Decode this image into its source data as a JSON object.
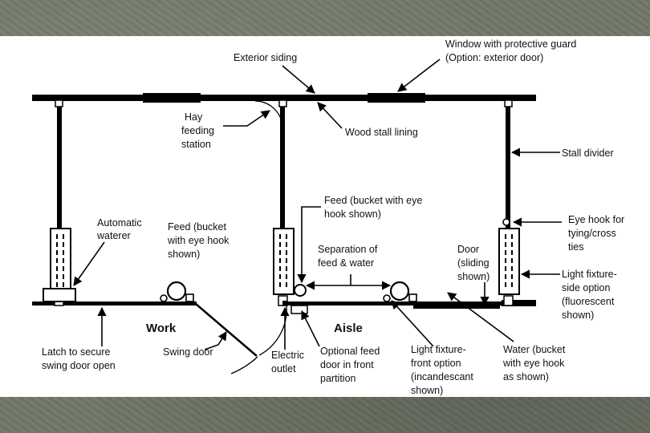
{
  "labels": {
    "exterior_siding": "Exterior siding",
    "window_line1": "Window with protective guard",
    "window_line2": "(Option: exterior door)",
    "hay_line1": "Hay",
    "hay_line2": "feeding",
    "hay_line3": "station",
    "wood_stall_lining": "Wood stall lining",
    "stall_divider": "Stall divider",
    "feed_top_line1": "Feed (bucket with eye",
    "feed_top_line2": "hook shown)",
    "waterer_line1": "Automatic",
    "waterer_line2": "waterer",
    "feed_left_line1": "Feed (bucket",
    "feed_left_line2": "with eye hook",
    "feed_left_line3": "shown)",
    "separation_line1": "Separation of",
    "separation_line2": "feed & water",
    "door_line1": "Door",
    "door_line2": "(sliding",
    "door_line3": "shown)",
    "eyehook_line1": "Eye hook for",
    "eyehook_line2": "tying/cross",
    "eyehook_line3": "ties",
    "lightside_line1": "Light fixture-",
    "lightside_line2": "side option",
    "lightside_line3": "(fluorescent",
    "lightside_line4": "shown)",
    "work": "Work",
    "aisle": "Aisle",
    "latch_line1": "Latch to secure",
    "latch_line2": "swing door open",
    "swing_door": "Swing door",
    "electric_line1": "Electric",
    "electric_line2": "outlet",
    "optfeed_line1": "Optional feed",
    "optfeed_line2": "door in front",
    "optfeed_line3": "partition",
    "lightfront_line1": "Light fixture-",
    "lightfront_line2": "front option",
    "lightfront_line3": "(incandescant",
    "lightfront_line4": "shown)",
    "water_line1": "Water (bucket",
    "water_line2": "with eye hook",
    "water_line3": "as shown)"
  }
}
